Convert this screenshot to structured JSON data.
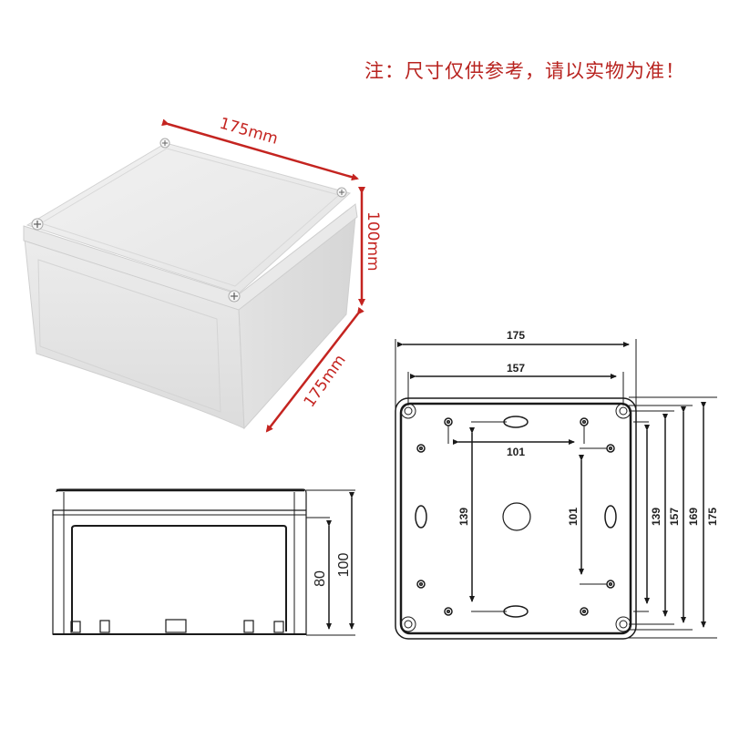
{
  "note": "注：尺寸仅供参考，请以实物为准！",
  "colors": {
    "accent_red": "#c42420",
    "line": "#1a1a1a",
    "box_gray": "#e6e6e6"
  },
  "product_photo": {
    "width_label": "175mm",
    "height_label": "100mm",
    "depth_label": "175mm"
  },
  "top_view": {
    "outer_width": "175",
    "screw_width": "157",
    "inner_horizontal": "101",
    "left_vertical": "139",
    "inner_vertical": "101",
    "right_dims": [
      "139",
      "157",
      "169",
      "175"
    ]
  },
  "side_view": {
    "inner_height": "80",
    "total_height": "100"
  }
}
